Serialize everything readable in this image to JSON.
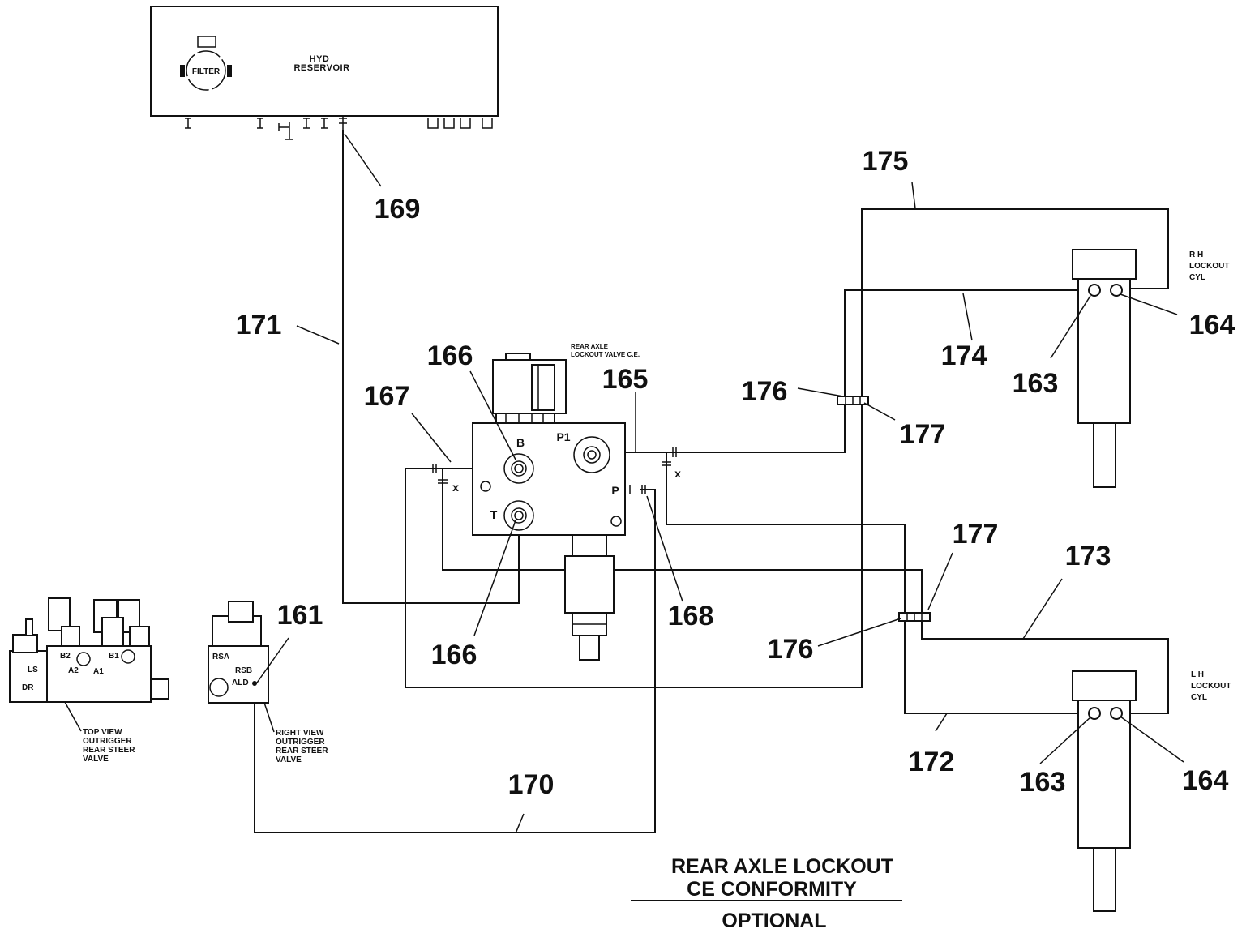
{
  "reservoir": {
    "label_line1": "HYD",
    "label_line2": "RESERVOIR",
    "filter_label": "FILTER"
  },
  "valve": {
    "label_line1": "REAR AXLE",
    "label_line2": "LOCKOUT VALVE C.E.",
    "ports": {
      "b": "B",
      "p1": "P1",
      "t": "T",
      "p": "P",
      "x1": "x",
      "x2": "x"
    }
  },
  "rh_cylinder": {
    "line1": "R H",
    "line2": "LOCKOUT",
    "line3": "CYL"
  },
  "lh_cylinder": {
    "line1": "L H",
    "line2": "LOCKOUT",
    "line3": "CYL"
  },
  "top_view": {
    "ports": [
      "B2",
      "B1",
      "A2",
      "A1",
      "LS",
      "DR"
    ],
    "caption": [
      "TOP VIEW",
      "OUTRIGGER",
      "REAR STEER",
      "VALVE"
    ]
  },
  "right_view": {
    "ports": [
      "RSA",
      "RSB",
      "ALD"
    ],
    "caption": [
      "RIGHT VIEW",
      "OUTRIGGER",
      "REAR STEER",
      "VALVE"
    ]
  },
  "callouts": {
    "c161": "161",
    "c163a": "163",
    "c163b": "163",
    "c164a": "164",
    "c164b": "164",
    "c165": "165",
    "c166a": "166",
    "c166b": "166",
    "c167": "167",
    "c168": "168",
    "c169": "169",
    "c170": "170",
    "c171": "171",
    "c172": "172",
    "c173": "173",
    "c174": "174",
    "c175": "175",
    "c176a": "176",
    "c176b": "176",
    "c177a": "177",
    "c177b": "177"
  },
  "title_block": {
    "line1": "REAR AXLE LOCKOUT",
    "line2": "CE CONFORMITY",
    "line3": "OPTIONAL"
  }
}
